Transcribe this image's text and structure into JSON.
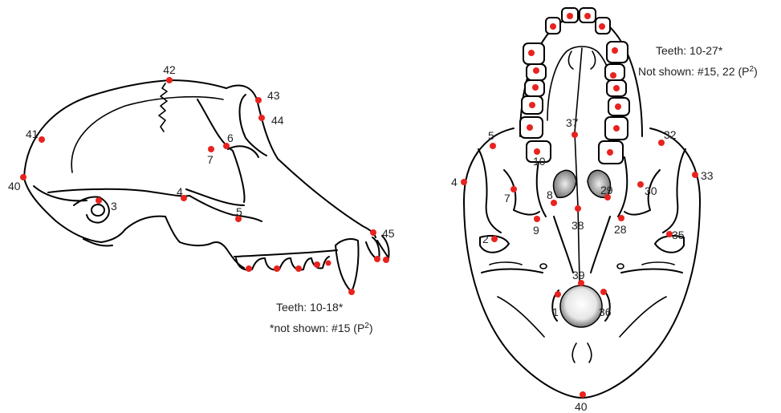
{
  "lateral_view": {
    "landmarks": [
      {
        "id": "42",
        "label": "42"
      },
      {
        "id": "43",
        "label": "43"
      },
      {
        "id": "44",
        "label": "44"
      },
      {
        "id": "41",
        "label": "41"
      },
      {
        "id": "6",
        "label": "6"
      },
      {
        "id": "7",
        "label": "7"
      },
      {
        "id": "40",
        "label": "40"
      },
      {
        "id": "4",
        "label": "4"
      },
      {
        "id": "3",
        "label": "3"
      },
      {
        "id": "5",
        "label": "5"
      },
      {
        "id": "45",
        "label": "45"
      }
    ],
    "teeth_note": "Teeth: 10-18*",
    "not_shown_prefix": "*not shown: #15 (P",
    "not_shown_sup": "2",
    "not_shown_suffix": ")"
  },
  "ventral_view": {
    "landmarks": [
      {
        "id": "37",
        "label": "37"
      },
      {
        "id": "5",
        "label": "5"
      },
      {
        "id": "32",
        "label": "32"
      },
      {
        "id": "10",
        "label": "10"
      },
      {
        "id": "4",
        "label": "4"
      },
      {
        "id": "33",
        "label": "33"
      },
      {
        "id": "7",
        "label": "7"
      },
      {
        "id": "8",
        "label": "8"
      },
      {
        "id": "29",
        "label": "29"
      },
      {
        "id": "30",
        "label": "30"
      },
      {
        "id": "38",
        "label": "38"
      },
      {
        "id": "9",
        "label": "9"
      },
      {
        "id": "28",
        "label": "28"
      },
      {
        "id": "2",
        "label": "2"
      },
      {
        "id": "35",
        "label": "35"
      },
      {
        "id": "39",
        "label": "39"
      },
      {
        "id": "1",
        "label": "1"
      },
      {
        "id": "36",
        "label": "36"
      },
      {
        "id": "40",
        "label": "40"
      }
    ],
    "teeth_note": "Teeth: 10-27*",
    "not_shown_prefix": "Not shown: #15, 22 (P",
    "not_shown_sup": "2",
    "not_shown_suffix": ")"
  },
  "colors": {
    "landmark": "#e8231f",
    "outline": "#000000",
    "text": "#222222"
  }
}
